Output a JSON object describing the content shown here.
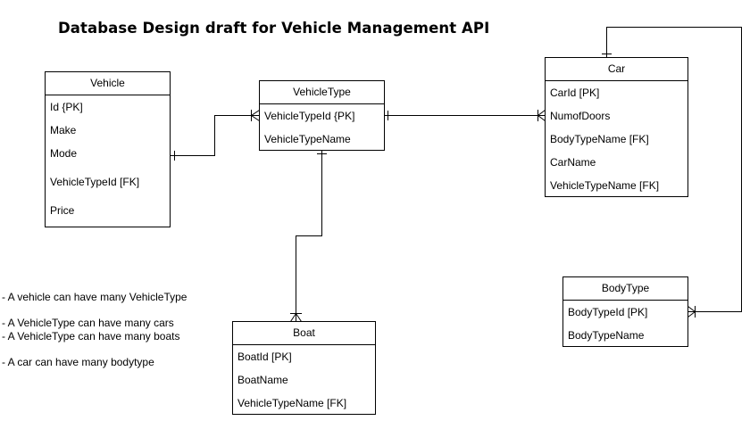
{
  "title": "Database Design draft for Vehicle Management API",
  "entities": {
    "vehicle": {
      "name": "Vehicle",
      "fields": [
        "Id {PK]",
        "Make",
        "Mode",
        "VehicleTypeId [FK]",
        "Price"
      ]
    },
    "vehicletype": {
      "name": "VehicleType",
      "fields": [
        "VehicleTypeId {PK]",
        "VehicleTypeName"
      ]
    },
    "car": {
      "name": "Car",
      "fields": [
        "CarId [PK]",
        "NumofDoors",
        "BodyTypeName [FK]",
        "CarName",
        "VehicleTypeName [FK]"
      ]
    },
    "boat": {
      "name": "Boat",
      "fields": [
        "BoatId [PK]",
        "BoatName",
        "VehicleTypeName [FK]"
      ]
    },
    "bodytype": {
      "name": "BodyType",
      "fields": [
        "BodyTypeId [PK]",
        "BodyTypeName"
      ]
    }
  },
  "relationships": [
    {
      "from": "vehicle",
      "to": "vehicletype",
      "from_end": "one",
      "to_end": "many"
    },
    {
      "from": "vehicletype",
      "to": "car",
      "from_end": "one",
      "to_end": "many"
    },
    {
      "from": "vehicletype",
      "to": "boat",
      "from_end": "one",
      "to_end": "many"
    },
    {
      "from": "car",
      "to": "bodytype",
      "from_end": "one",
      "to_end": "many"
    }
  ],
  "notes": [
    "- A vehicle can have many VehicleType",
    "- A VehicleType can have many cars",
    "- A VehicleType can have many boats",
    "- A car can have many bodytype"
  ]
}
